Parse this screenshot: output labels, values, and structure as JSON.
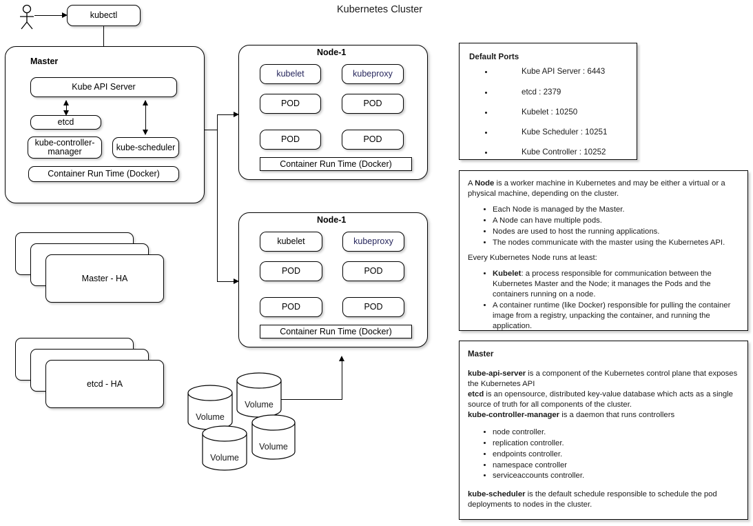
{
  "title": "Kubernetes Cluster",
  "actor": {
    "icon": "user-actor-icon"
  },
  "kubectl": {
    "label": "kubectl"
  },
  "master": {
    "group_label": "Master",
    "components": [
      {
        "label": "Kube API Server"
      },
      {
        "label": "etcd"
      },
      {
        "label": "kube-controller-manager"
      },
      {
        "label": "kube-scheduler"
      },
      {
        "label": "Container Run Time (Docker)"
      }
    ]
  },
  "master_ha": {
    "label": "Master - HA",
    "stack_count": 3
  },
  "etcd_ha": {
    "label": "etcd - HA",
    "stack_count": 3
  },
  "nodes": [
    {
      "group_label": "Node-1",
      "kubelet": "kubelet",
      "kubeproxy": "kubeproxy",
      "pods": [
        "POD",
        "POD",
        "POD",
        "POD"
      ],
      "runtime": "Container Run Time (Docker)"
    },
    {
      "group_label": "Node-1",
      "kubelet": "kubelet",
      "kubeproxy": "kubeproxy",
      "pods": [
        "POD",
        "POD",
        "POD",
        "POD"
      ],
      "runtime": "Container Run Time (Docker)"
    }
  ],
  "volumes": [
    {
      "label": "Volume"
    },
    {
      "label": "Volume"
    },
    {
      "label": "Volume"
    },
    {
      "label": "Volume"
    }
  ],
  "ports_panel": {
    "heading": "Default Ports",
    "items": [
      "Kube API Server : 6443",
      "etcd : 2379",
      "Kubelet : 10250",
      "Kube Scheduler : 10251",
      "Kube Controller : 10252"
    ]
  },
  "node_panel": {
    "intro_a": "A ",
    "intro_b": "Node",
    "intro_c": " is a worker machine in Kubernetes and may be either a virtual or a physical machine, depending on the cluster.",
    "bullets": [
      "Each Node is managed by the Master.",
      "A Node can have multiple pods.",
      "Nodes are used to host the running applications.",
      "The nodes communicate with the master using the Kubernetes API."
    ],
    "runs_at_least": "Every Kubernetes Node runs at least:",
    "kubelet_bold": "Kubelet",
    "kubelet_rest": ": a process responsible for communication between the Kubernetes Master and the Node; it manages the Pods and the containers running on a node.",
    "runtime_bullet": "A container runtime (like Docker) responsible for pulling the container image from a registry, unpacking the container, and running the application."
  },
  "master_panel": {
    "heading": "Master",
    "api_bold": "kube-api-server",
    "api_rest": " is a component of the Kubernetes control plane that exposes the Kubernetes API",
    "etcd_bold": "etcd",
    "etcd_rest": " is an opensource, distributed key-value database which acts as a single source of truth for all components of the cluster.",
    "kcm_bold": "kube-controller-manager",
    "kcm_rest": " is a daemon that runs controllers",
    "controllers": [
      "node controller.",
      "replication controller.",
      "endpoints controller.",
      "namespace controller",
      "serviceaccounts controller."
    ],
    "sched_bold": "kube-scheduler",
    "sched_rest": " is the default schedule responsible to schedule the pod deployments to nodes in the cluster."
  },
  "colors": {
    "stroke": "#000000",
    "accent_text": "#26265c",
    "background": "#ffffff"
  }
}
